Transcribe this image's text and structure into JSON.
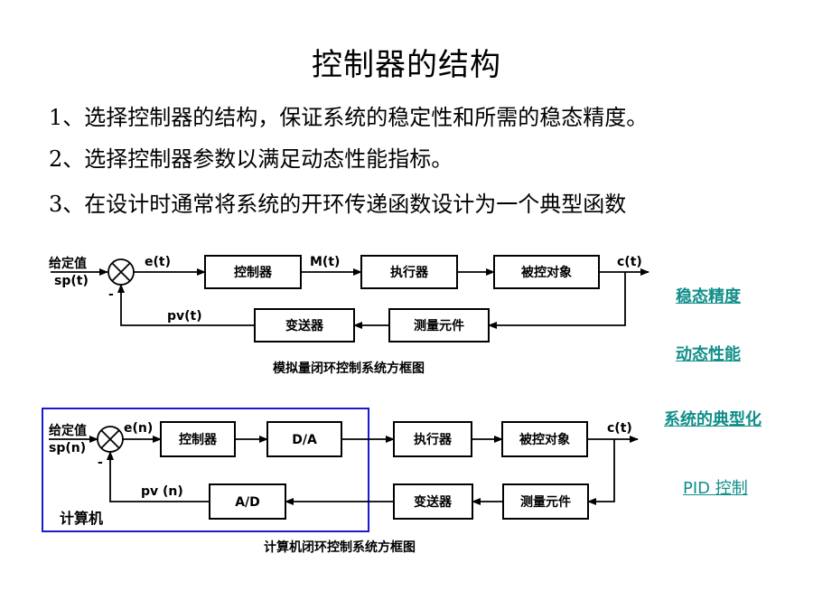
{
  "title": "控制器的结构",
  "points": [
    "1、选择控制器的结构，保证系统的稳定性和所需的稳态精度。",
    "2、选择控制器参数以满足动态性能指标。",
    "3、在设计时通常将系统的开环传递函数设计为一个典型函数"
  ],
  "diagram1": {
    "setpoint": "给定值",
    "sp": "sp(t)",
    "minus": "-",
    "e": "e(t)",
    "m": "M(t)",
    "c": "c(t)",
    "pv": "pv(t)",
    "controller": "控制器",
    "actuator": "执行器",
    "plant": "被控对象",
    "transmitter": "变送器",
    "sensor": "测量元件",
    "caption": "模拟量闭环控制系统方框图"
  },
  "diagram2": {
    "setpoint": "给定值",
    "sp": "sp(n)",
    "minus": "-",
    "e": "e(n)",
    "c": "c(t)",
    "pv": "pv (n)",
    "controller": "控制器",
    "da": "D/A",
    "actuator": "执行器",
    "plant": "被控对象",
    "ad": "A/D",
    "transmitter": "变送器",
    "sensor": "测量元件",
    "computer": "计算机",
    "caption": "计算机闭环控制系统方框图"
  },
  "side_links": [
    "稳态精度",
    "动态性能",
    "系统的典型化",
    "PID 控制"
  ],
  "colors": {
    "link": "#108f8a",
    "computer_frame": "#1a1acc"
  }
}
